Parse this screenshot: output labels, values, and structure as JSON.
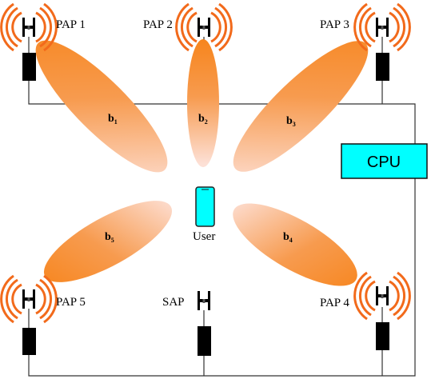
{
  "nodes": {
    "pap1": {
      "label": "PAP 1"
    },
    "pap2": {
      "label": "PAP 2"
    },
    "pap3": {
      "label": "PAP 3"
    },
    "pap4": {
      "label": "PAP 4"
    },
    "pap5": {
      "label": "PAP 5"
    },
    "sap": {
      "label": "SAP"
    },
    "user": {
      "label": "User"
    },
    "cpu": {
      "label": "CPU"
    }
  },
  "beams": [
    {
      "base": "b",
      "sub": "1"
    },
    {
      "base": "b",
      "sub": "2"
    },
    {
      "base": "b",
      "sub": "3"
    },
    {
      "base": "b",
      "sub": "4"
    },
    {
      "base": "b",
      "sub": "5"
    }
  ],
  "colors": {
    "beam_dark": "#f7861f",
    "beam_light": "#fde0d6",
    "signal_ring": "#f26a1b",
    "cpu_fill": "#00ffff",
    "phone_fill": "#00ffff",
    "line": "#333333"
  },
  "icons": {
    "antenna": "antenna-icon",
    "signal": "signal-waves-icon",
    "phone": "smartphone-icon",
    "unit": "radio-unit-icon"
  }
}
